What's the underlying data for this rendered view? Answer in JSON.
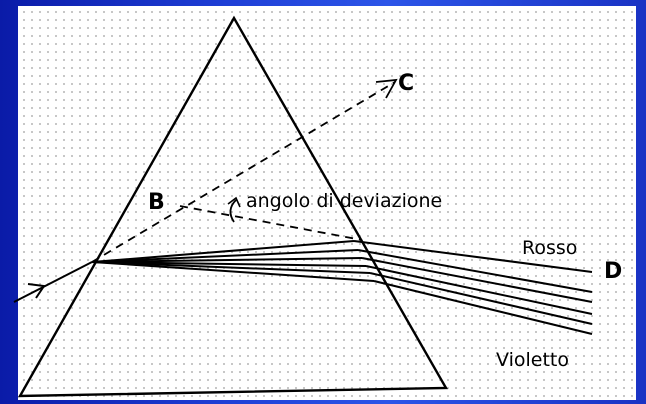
{
  "diagram": {
    "labels": {
      "point_b": "B",
      "point_c": "C",
      "point_d": "D",
      "deviation_angle": "angolo di deviazione",
      "red": "Rosso",
      "violet": "Violetto"
    },
    "colors": {
      "slide_background": "#1f3fd6",
      "panel": "#ffffff",
      "ink": "#000000"
    }
  }
}
